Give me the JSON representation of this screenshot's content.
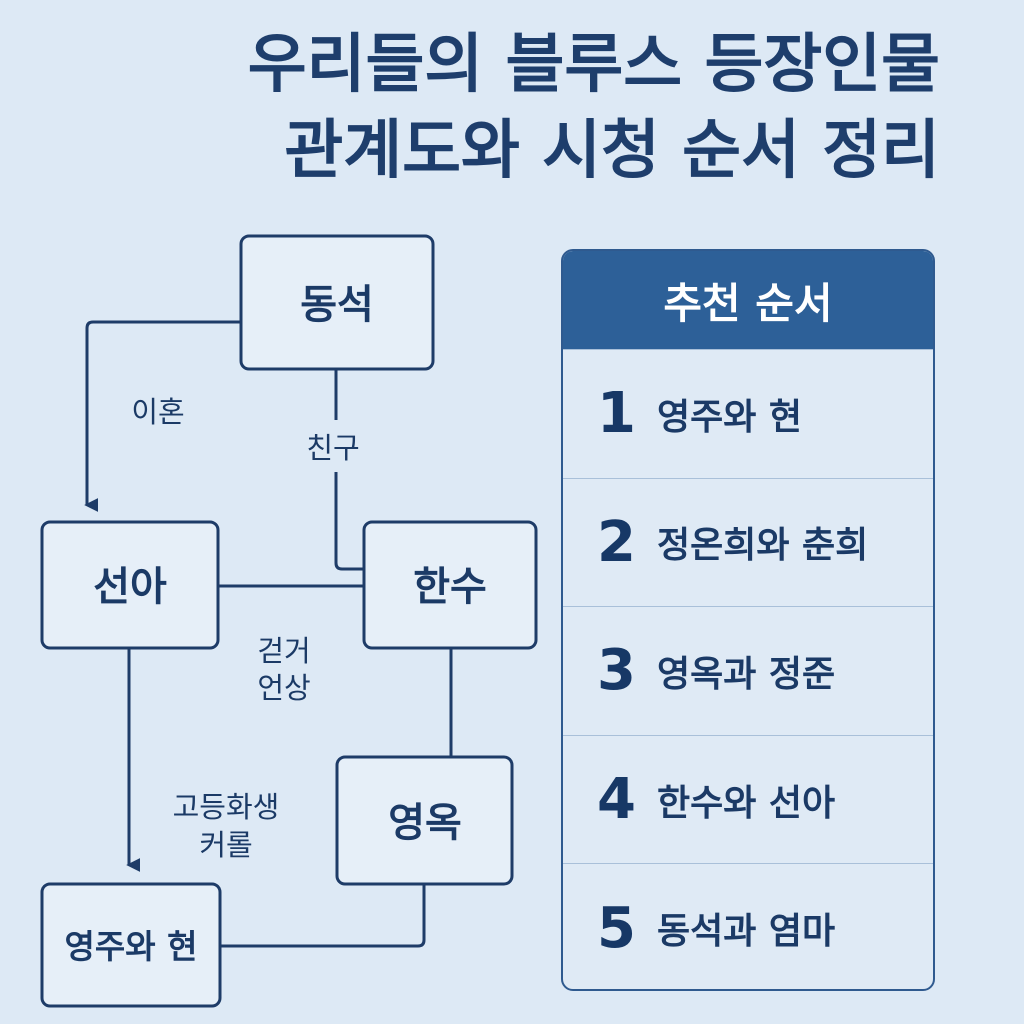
{
  "title": {
    "line1": "우리들의 블루스 등장인물",
    "line2": "관계도와 시청 순서 정리"
  },
  "diagram": {
    "nodes": {
      "dongseok": "동석",
      "suna": "선아",
      "hansu": "한수",
      "youngok": "영옥",
      "youngjoo_hyun": "영주와 현"
    },
    "edges": {
      "divorce": "이혼",
      "friend": "친구",
      "gugeo_line1": "걷거",
      "gugeo_line2": "언상",
      "highschool_line1": "고등화생",
      "highschool_line2": "커롤"
    }
  },
  "panel": {
    "header": "추천 순서",
    "items": [
      {
        "num": "1",
        "text": "영주와 현"
      },
      {
        "num": "2",
        "text": "정온희와 춘희"
      },
      {
        "num": "3",
        "text": "영옥과 정준"
      },
      {
        "num": "4",
        "text": "한수와 선아"
      },
      {
        "num": "5",
        "text": "동석과 염마"
      }
    ]
  },
  "colors": {
    "background": "#dde9f5",
    "line": "#1e3c68",
    "header": "#2d6098"
  }
}
